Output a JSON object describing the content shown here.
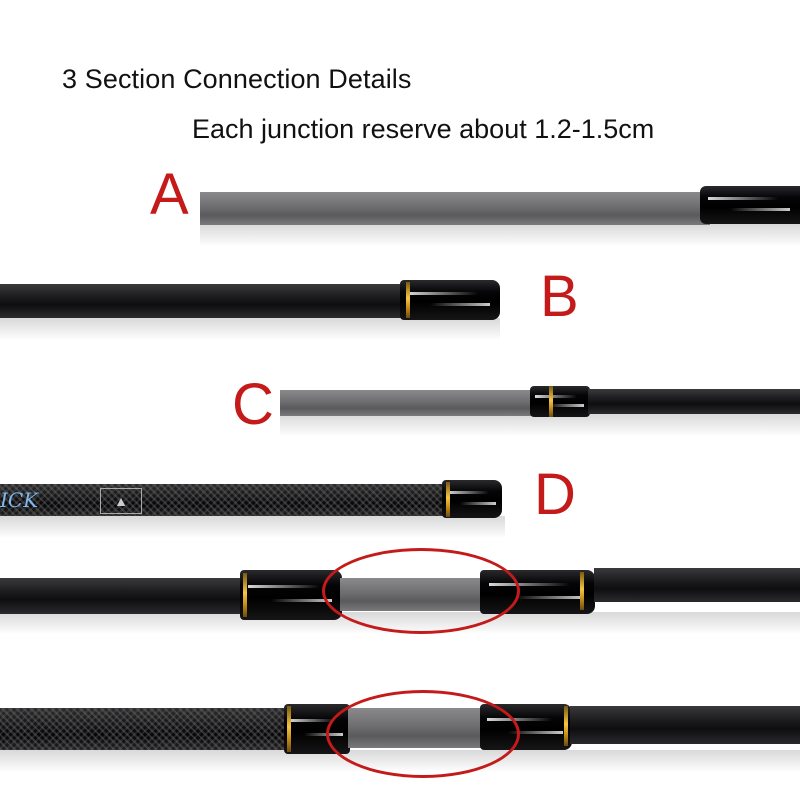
{
  "header": {
    "title": "3 Section Connection Details",
    "subtitle": "Each junction reserve about 1.2-1.5cm"
  },
  "labels": {
    "a": "A",
    "b": "B",
    "c": "C",
    "d": "D"
  },
  "rod_d_branding": {
    "script_text": "ICK",
    "badge_symbol": "▲"
  },
  "colors": {
    "label_red": "#c41a1a",
    "ring_gold": "#f5c542",
    "blank_gray": "#6e6e70",
    "rod_black": "#151517"
  }
}
